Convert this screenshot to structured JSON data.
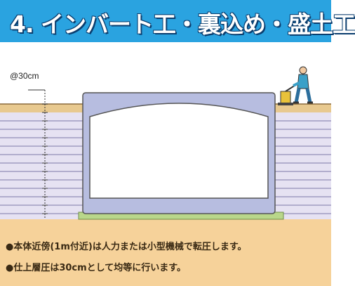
{
  "header": {
    "title": "4. インバート工・裏込め・盛土工"
  },
  "diagram": {
    "spacing_label": "@30cm"
  },
  "notes": [
    "●本体近傍(1m付近)は人力または小型機械で転圧します。",
    "●仕上層圧は30cmとして均等に行います。"
  ],
  "colors": {
    "title_bg": "#2aa3e0",
    "soil_band": "#e8c98f",
    "fill_layers": "#c9c4e0",
    "structure": "#b7bde0",
    "notes_bg": "#f6d29a"
  },
  "icons": {
    "worker": "worker-with-compactor-icon"
  }
}
